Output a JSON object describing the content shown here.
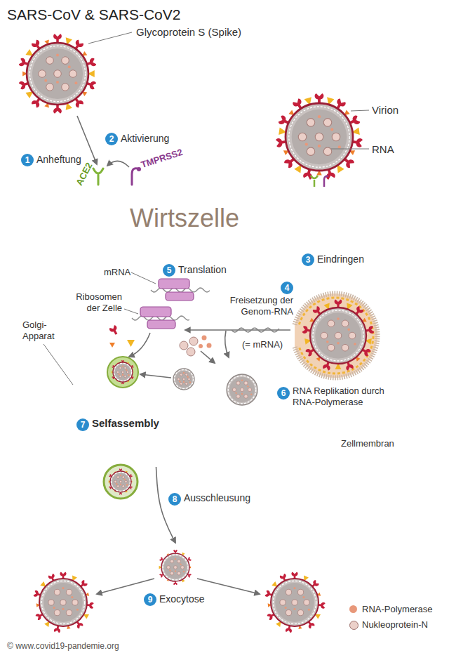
{
  "diagram": {
    "title": "SARS-CoV & SARS-CoV2",
    "caption": "© www.covid19-pandemie.org",
    "nodes": [
      {
        "text": [
          "Wirtszelle"
        ]
      },
      {
        "text": [
          "6",
          "RNA Replikation durch RNA-Polymerase"
        ],
        "in": 0
      },
      {
        "text": [
          "7",
          "Selfassembly"
        ],
        "in": 0
      },
      {
        "text": [
          "Zellmembran"
        ],
        "in": 0
      },
      {
        "text": [
          "9",
          "Exocytose"
        ]
      }
    ],
    "edges": [
      {
        "from": 2,
        "to": 4,
        "arrow": "to",
        "label": "Ausschleusung"
      }
    ],
    "labels": [
      "Glycoprotein S (Spike)",
      "1",
      "Anheftung",
      "2",
      "Aktivierung",
      "TMPRSS2",
      "ACE2",
      "Virion",
      "RNA",
      "3",
      "Eindringen",
      "4",
      "Freisetzung der Genom-RNA",
      "(= mRNA)",
      "5",
      "Translation",
      "mRNA",
      "Ribosomen der Zelle",
      "Golgi- Apparat",
      "8"
    ],
    "legend": [
      {
        "text": "RNA-Polymerase",
        "color": "#e8987a"
      },
      {
        "text": "Nukleoprotein-N",
        "color": "#ebd0c9"
      }
    ]
  }
}
